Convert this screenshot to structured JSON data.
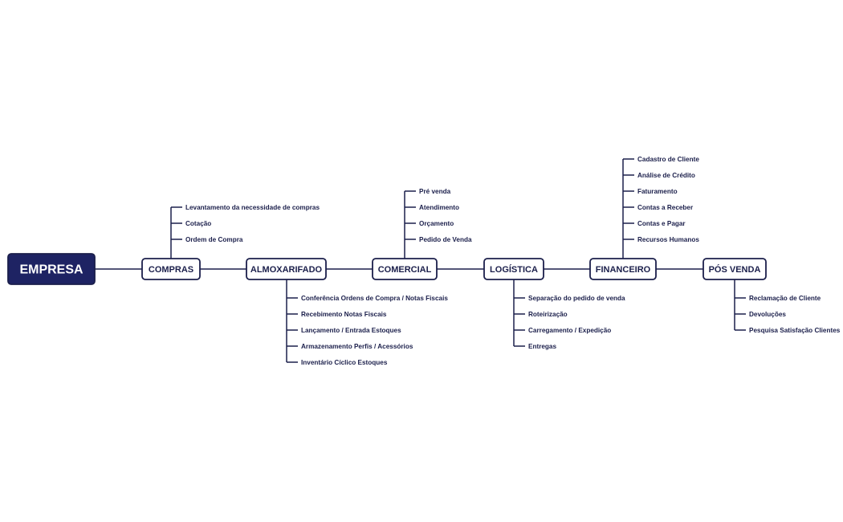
{
  "colors": {
    "line": "#1b1f4b",
    "root_fill": "#1e2363",
    "node_fill": "#ffffff",
    "text": "#1b1f4b",
    "root_text": "#ffffff"
  },
  "root": {
    "label": "EMPRESA"
  },
  "departments": [
    {
      "label": "COMPRAS",
      "side": "above",
      "items": [
        "Levantamento da necessidade de compras",
        "Cotação",
        "Ordem de Compra"
      ]
    },
    {
      "label": "ALMOXARIFADO",
      "side": "below",
      "items": [
        "Conferência Ordens de Compra / Notas Fiscais",
        "Recebimento Notas Fiscais",
        "Lançamento / Entrada Estoques",
        "Armazenamento Perfis / Acessórios",
        "Inventário Cíclico Estoques"
      ]
    },
    {
      "label": "COMERCIAL",
      "side": "above",
      "items": [
        "Pré venda",
        "Atendimento",
        "Orçamento",
        "Pedido de Venda"
      ]
    },
    {
      "label": "LOGÍSTICA",
      "side": "below",
      "items": [
        "Separação do pedido de venda",
        "Roteirização",
        "Carregamento  / Expedição",
        "Entregas"
      ]
    },
    {
      "label": "FINANCEIRO",
      "side": "above",
      "items": [
        "Cadastro de Cliente",
        "Análise de Crédito",
        "Faturamento",
        "Contas a Receber",
        "Contas e Pagar",
        "Recursos Humanos"
      ]
    },
    {
      "label": "PÓS VENDA",
      "side": "below",
      "items": [
        "Reclamação de Cliente",
        "Devoluções",
        "Pesquisa Satisfação Clientes"
      ]
    }
  ]
}
